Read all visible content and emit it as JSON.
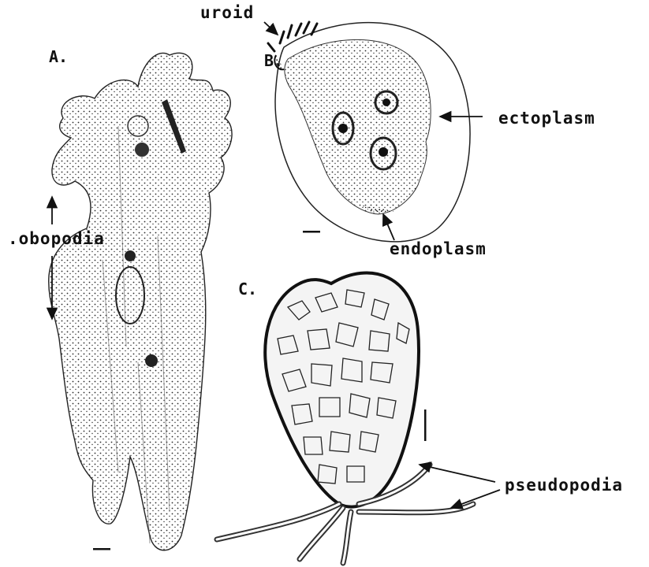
{
  "figure": {
    "panel_marks": [
      "A.",
      "B.",
      "C."
    ],
    "labels": {
      "uroid": "uroid",
      "ectoplasm": "ectoplasm",
      "endoplasm": "endoplasm",
      "lobopodia": ".obopodia",
      "pseudopodia": "pseudopodia"
    }
  },
  "colors": {
    "ink": "#111111",
    "stipple": "#2a2a2a",
    "paper": "#ffffff"
  }
}
